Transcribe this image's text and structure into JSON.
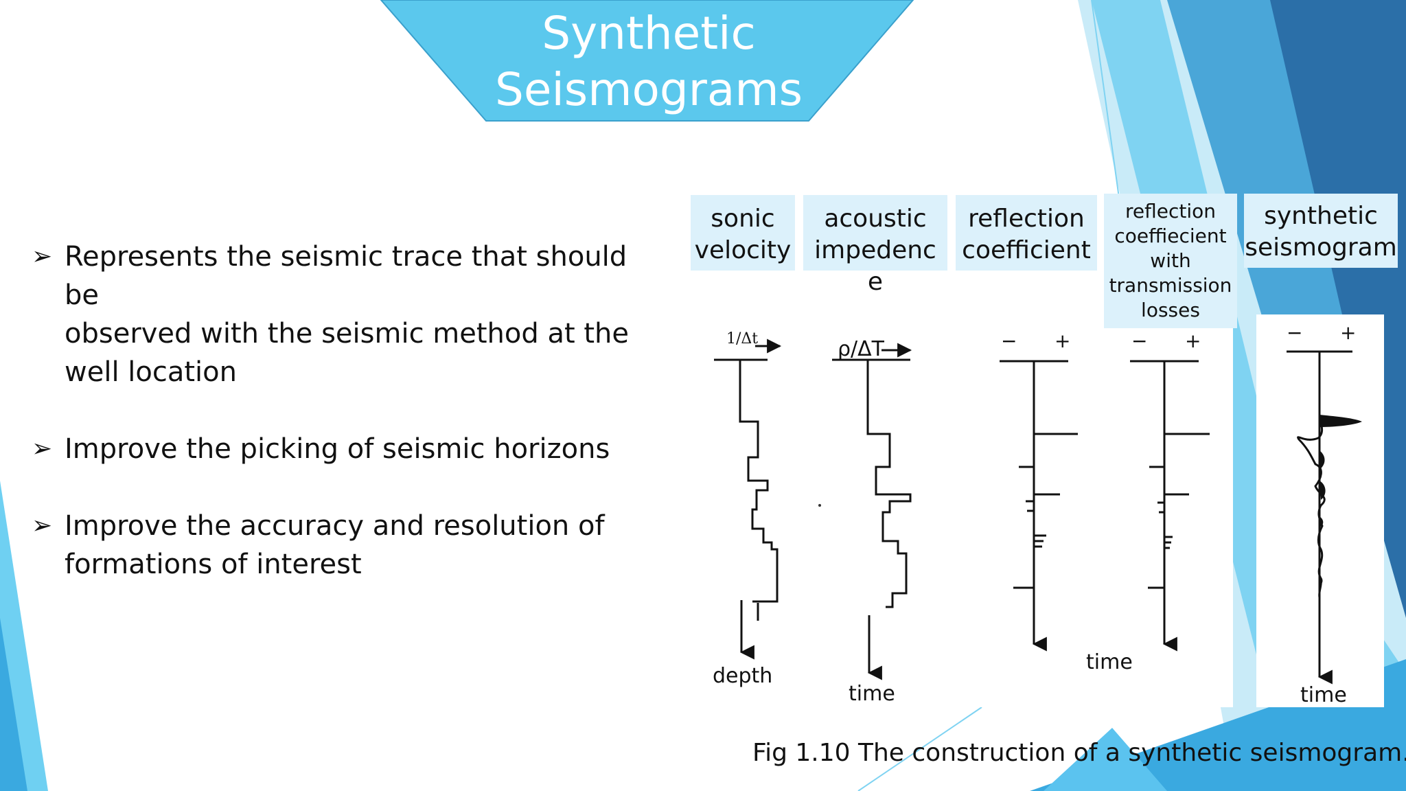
{
  "title": {
    "line1": "Synthetic",
    "line2": "Seismograms"
  },
  "bullets": [
    {
      "lines": [
        "Represents the seismic trace that should be",
        "observed with the seismic method at the",
        "well location"
      ]
    },
    {
      "lines": [
        "Improve the picking of seismic horizons"
      ]
    },
    {
      "lines": [
        "Improve the accuracy and resolution of",
        "formations of interest"
      ]
    }
  ],
  "bullet_icon": "arrow-bullet-icon",
  "columns": [
    {
      "lines": [
        "sonic",
        "velocity"
      ]
    },
    {
      "lines": [
        "acoustic",
        "impedenc",
        "e"
      ]
    },
    {
      "lines": [
        "reflection",
        "coefficient"
      ]
    },
    {
      "lines": [
        "reflection",
        "coeffiecient",
        "with",
        "transmission",
        "losses"
      ]
    },
    {
      "lines": [
        "synthetic",
        "seismogram"
      ]
    }
  ],
  "figure": {
    "sonic_header": "1/Δt",
    "impedance_header": "ρ/ΔT",
    "minus": "−",
    "plus": "+",
    "depth_label": "depth",
    "time_label_1": "time",
    "time_label_2": "time",
    "time_label_3": "time"
  },
  "caption": "Fig 1.10 The construction of a synthetic seismogram.",
  "colors": {
    "accent": "#5bc8ed",
    "accent_dark": "#2c7fb8",
    "label_bg": "#dcf1fb"
  }
}
